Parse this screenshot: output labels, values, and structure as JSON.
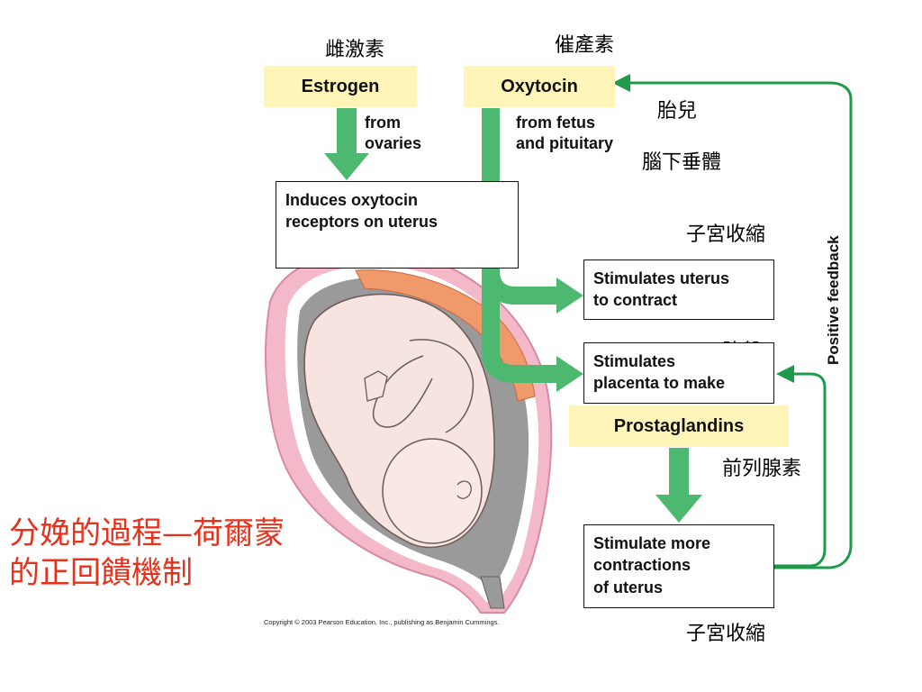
{
  "labels_zh": {
    "estrogen": "雌激素",
    "oxytocin": "催產素",
    "fetus": "胎兒",
    "pituitary": "腦下垂體",
    "uterine_contraction_1": "子宮收縮",
    "placenta": "胎盤",
    "prostaglandin": "前列腺素",
    "uterine_contraction_2": "子宮收縮"
  },
  "hormones": {
    "estrogen": "Estrogen",
    "oxytocin": "Oxytocin",
    "prostaglandins": "Prostaglandins"
  },
  "sources": {
    "estrogen": [
      "from",
      "ovaries"
    ],
    "oxytocin": [
      "from fetus",
      "and pituitary"
    ]
  },
  "steps": {
    "induces": [
      "Induces oxytocin",
      "receptors on uterus"
    ],
    "stimulates_uterus": [
      "Stimulates uterus",
      "to contract"
    ],
    "stimulates_placenta": [
      "Stimulates",
      "placenta to make"
    ],
    "stimulate_more": [
      "Stimulate more",
      "contractions",
      "of uterus"
    ]
  },
  "feedback_label": "Positive feedback",
  "title": [
    "分娩的過程—荷爾蒙",
    "的正回饋機制"
  ],
  "copyright": "Copyright © 2003 Pearson Education, Inc., publishing as Benjamin Cummings.",
  "colors": {
    "arrow": "#4db870",
    "feedback_line": "#1f9a4a",
    "hormone_fill": "#fff5b8",
    "title": "#e8301a",
    "uterus_pink": "#f3b9c9",
    "placenta_orange": "#f09a6c",
    "fetus_skin": "#f7e3df"
  }
}
